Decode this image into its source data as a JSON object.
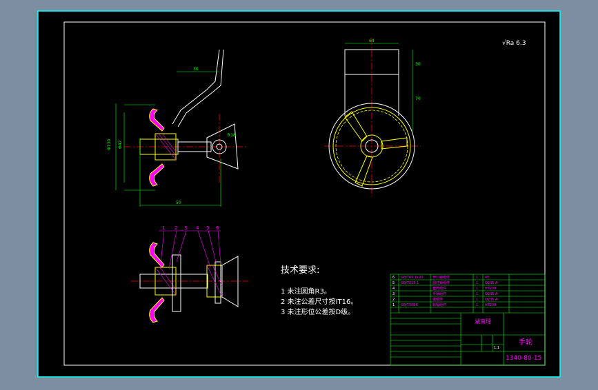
{
  "drawing": {
    "scale_note": "√Ra 6.3",
    "tech_title": "技术要求:",
    "requirements": [
      "1   未注圆角R3。",
      "2   未注公差尺寸按IT16。",
      "3   未注形位公差按D级。"
    ],
    "balloons": [
      "1",
      "2",
      "3",
      "4",
      "5",
      "6"
    ],
    "title_block": {
      "drawing_name": "手轮",
      "drawing_no": "1340-80-15",
      "org": "湖南理",
      "scale": "1:1"
    },
    "bom_rows": [
      {
        "no": "6",
        "code": "GB/T65 1x20",
        "name": "开口销组件",
        "qty": "1",
        "material": "45"
      },
      {
        "no": "5",
        "code": "GB/T119.1",
        "name": "圆柱销组件",
        "qty": "1",
        "material": "Q235-A"
      },
      {
        "no": "4",
        "code": "",
        "name": "套筒组件",
        "qty": "1",
        "material": "HT200"
      },
      {
        "no": "3",
        "code": "",
        "name": "手柄组件",
        "qty": "1",
        "material": "Q235-A"
      },
      {
        "no": "2",
        "code": "",
        "name": "键组件",
        "qty": "1",
        "material": "Q235-A"
      },
      {
        "no": "1",
        "code": "GB/T1096",
        "name": "轮辐组件",
        "qty": "1",
        "material": "HT200"
      }
    ],
    "dimensions": {
      "top_left": "30",
      "bottom_left": "50",
      "left_big": "Φ130",
      "left_small": "Φ42",
      "top_right": "64",
      "right_side_a": "30",
      "right_side_b": "70",
      "r_label": "R18"
    }
  },
  "colors": {
    "frame": "#00ffff",
    "outline": "#ffffff",
    "part": "#ffff00",
    "dimension": "#00ff00",
    "center": "#ff0000",
    "balloon": "#ff00ff"
  }
}
